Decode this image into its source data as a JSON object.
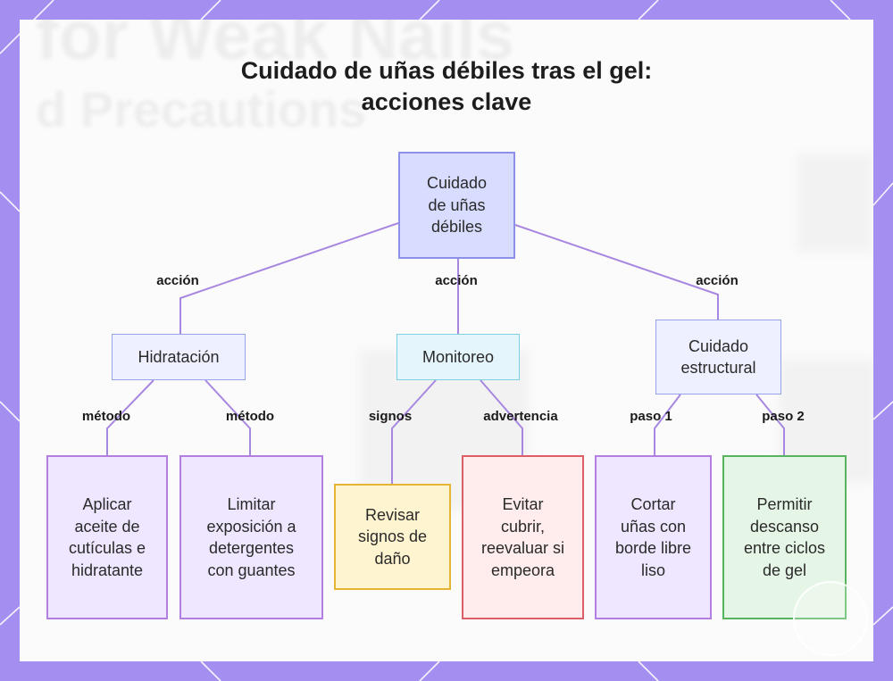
{
  "title": {
    "line1": "Cuidado de uñas débiles tras el gel:",
    "line2": "acciones clave"
  },
  "background_watermark": {
    "line1": "for Weak Nails",
    "line2": "d Precautions"
  },
  "colors": {
    "frame": "#a48ef0",
    "edge": "#a887e0",
    "root_fill": "#d8dcff",
    "monitoring_fill": "#e4f6fb",
    "purple_border": "#b27ee0",
    "yellow_border": "#e5b532",
    "red_border": "#dc5e66",
    "green_border": "#56b45e"
  },
  "nodes": {
    "root": "Cuidado de uñas débiles",
    "hidratacion": "Hidratación",
    "monitoreo": "Monitoreo",
    "estructural": "Cuidado estructural",
    "aceite": "Aplicar aceite de cutículas e hidratante",
    "detergentes": "Limitar exposición a detergentes con guantes",
    "revisar": "Revisar signos de daño",
    "evitar": "Evitar cubrir, reevaluar si empeora",
    "cortar": "Cortar uñas con borde libre liso",
    "descanso": "Permitir descanso entre ciclos de gel"
  },
  "edge_labels": {
    "root_hidratacion": "acción",
    "root_monitoreo": "acción",
    "root_estructural": "acción",
    "hid_aceite": "método",
    "hid_detergentes": "método",
    "mon_revisar": "signos",
    "mon_evitar": "advertencia",
    "est_cortar": "paso 1",
    "est_descanso": "paso 2"
  }
}
